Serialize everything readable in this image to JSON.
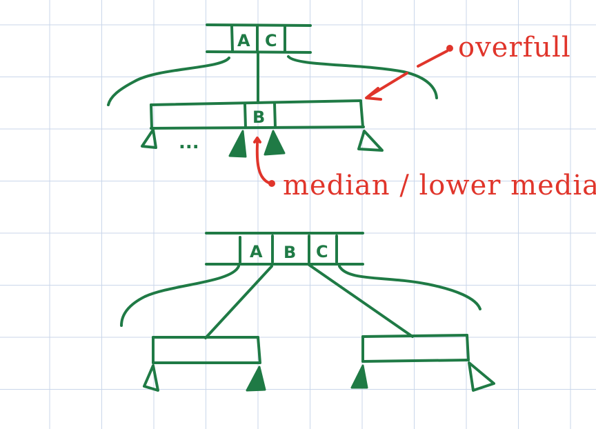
{
  "diagram": {
    "top_tree": {
      "root_keys": [
        "A",
        "C"
      ],
      "child_key": "B",
      "ellipsis": "..."
    },
    "annotations": {
      "overfull": "overfull",
      "median": "median / lower median"
    },
    "bottom_tree": {
      "root_keys": [
        "A",
        "B",
        "C"
      ]
    }
  },
  "colors": {
    "ink_green": "#1f7a45",
    "ink_red": "#e0352b",
    "grid": "#c9d6ea",
    "paper": "#ffffff"
  }
}
